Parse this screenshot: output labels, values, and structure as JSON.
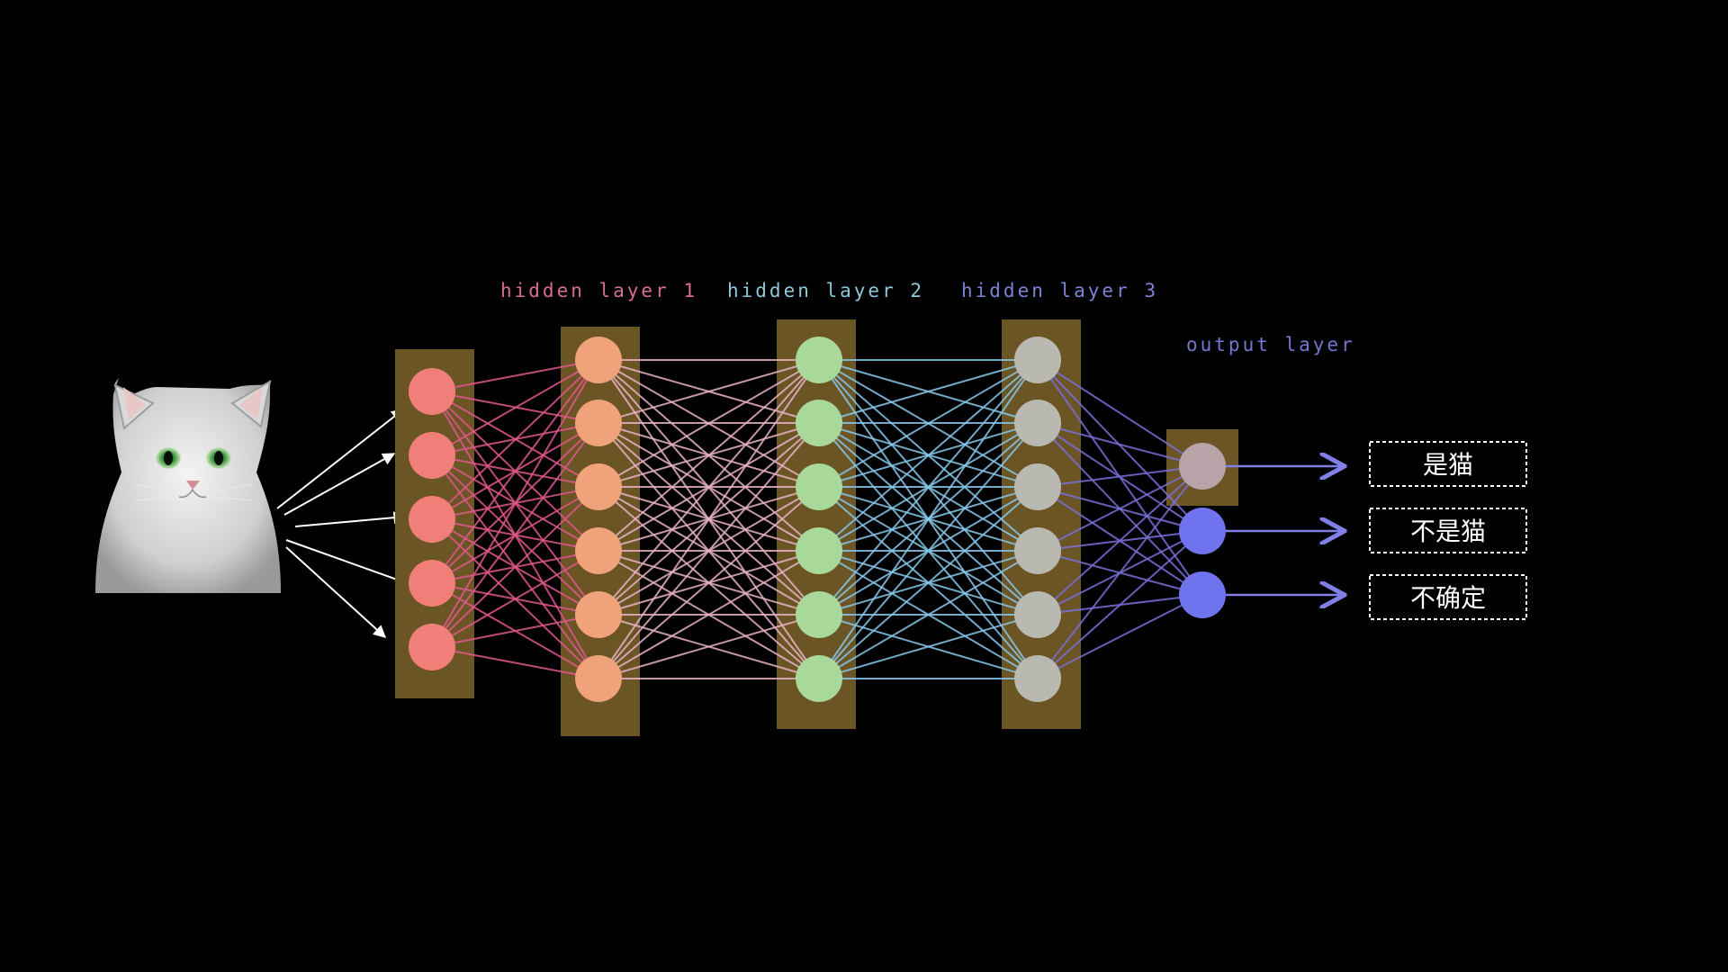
{
  "labels": {
    "hidden1": "hidden layer 1",
    "hidden2": "hidden layer 2",
    "hidden3": "hidden layer 3",
    "output": "output layer"
  },
  "outputs": [
    "是猫",
    "不是猫",
    "不确定"
  ],
  "network": {
    "layer_sizes": [
      5,
      6,
      6,
      6,
      3
    ],
    "colors": {
      "background": "#000000",
      "layer_box": "#6b5524",
      "input": "#ef7f78",
      "hidden1": "#f0a27a",
      "hidden2": "#a8d99a",
      "hidden3": "#b9b9b2",
      "output_first": "#b8a4a8",
      "output": "#6f73ee",
      "edge_input": "#e1578c",
      "edge_h1": "#e8b2c6",
      "edge_h2": "#86c8ea",
      "edge_h3": "#7a6fd8",
      "label_h1": "#d56f8d",
      "label_h2": "#8ec8d8",
      "label_h3": "#7b84d2",
      "label_output": "#7676d0",
      "arrow": "#7f7fe6"
    }
  },
  "image": {
    "subject": "cat-photo"
  }
}
